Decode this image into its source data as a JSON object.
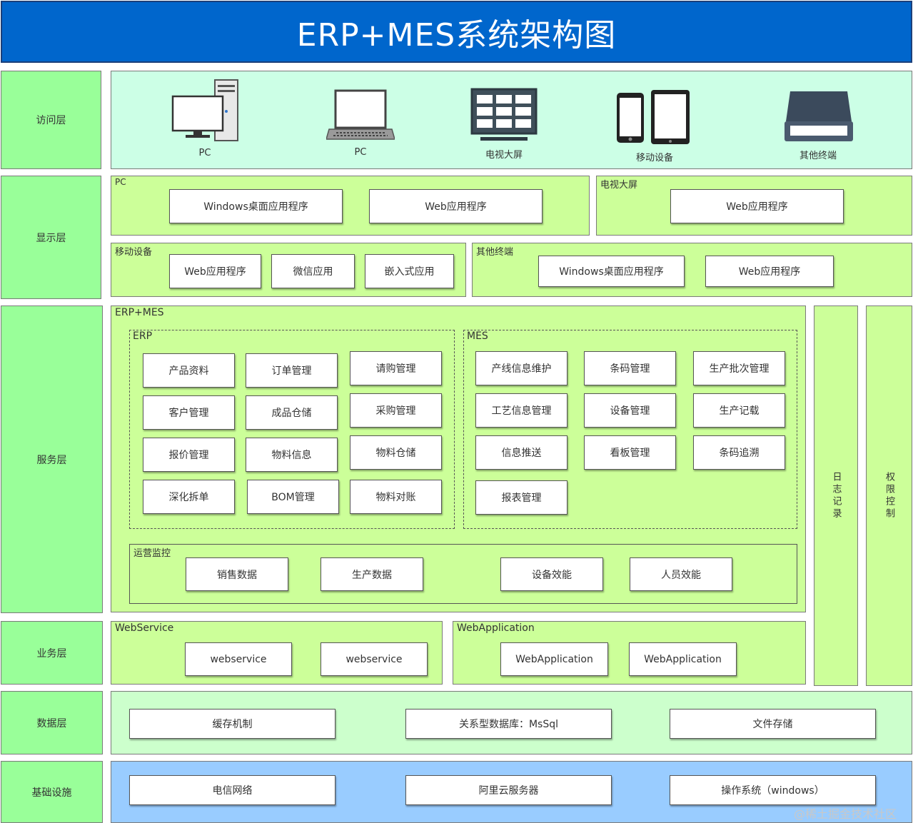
{
  "title": "ERP+MES系统架构图",
  "layers": {
    "access": "访问层",
    "display": "显示层",
    "service": "服务层",
    "business": "业务层",
    "data": "数据层",
    "infra": "基础设施"
  },
  "devices": [
    "PC",
    "PC",
    "电视大屏",
    "移动设备",
    "其他终端"
  ],
  "display_groups": {
    "pc": {
      "title": "PC",
      "items": [
        "Windows桌面应用程序",
        "Web应用程序"
      ]
    },
    "tv": {
      "title": "电视大屏",
      "items": [
        "Web应用程序"
      ]
    },
    "mobile": {
      "title": "移动设备",
      "items": [
        "Web应用程序",
        "微信应用",
        "嵌入式应用"
      ]
    },
    "other": {
      "title": "其他终端",
      "items": [
        "Windows桌面应用程序",
        "Web应用程序"
      ]
    }
  },
  "service": {
    "title": "ERP+MES",
    "erp": {
      "title": "ERP",
      "items": [
        "产品资料",
        "订单管理",
        "请购管理",
        "客户管理",
        "成品仓储",
        "采购管理",
        "报价管理",
        "物料信息",
        "物料仓储",
        "深化拆单",
        "BOM管理",
        "物料对账"
      ]
    },
    "mes": {
      "title": "MES",
      "items": [
        "产线信息维护",
        "条码管理",
        "生产批次管理",
        "工艺信息管理",
        "设备管理",
        "生产记载",
        "信息推送",
        "看板管理",
        "条码追溯",
        "报表管理"
      ]
    },
    "ops": {
      "title": "运营监控",
      "items": [
        "销售数据",
        "生产数据",
        "设备效能",
        "人员效能"
      ]
    }
  },
  "side": {
    "log": "日志记录",
    "permission": "权限控制"
  },
  "business": {
    "ws": {
      "title": "WebService",
      "items": [
        "webservice",
        "webservice"
      ]
    },
    "wa": {
      "title": "WebApplication",
      "items": [
        "WebApplication",
        "WebApplication"
      ]
    }
  },
  "data_layer": [
    "缓存机制",
    "关系型数据库：MsSql",
    "文件存储"
  ],
  "infra": [
    "电信网络",
    "阿里云服务器",
    "操作系统（windows）"
  ],
  "watermark": "@稀土掘金技术社区"
}
